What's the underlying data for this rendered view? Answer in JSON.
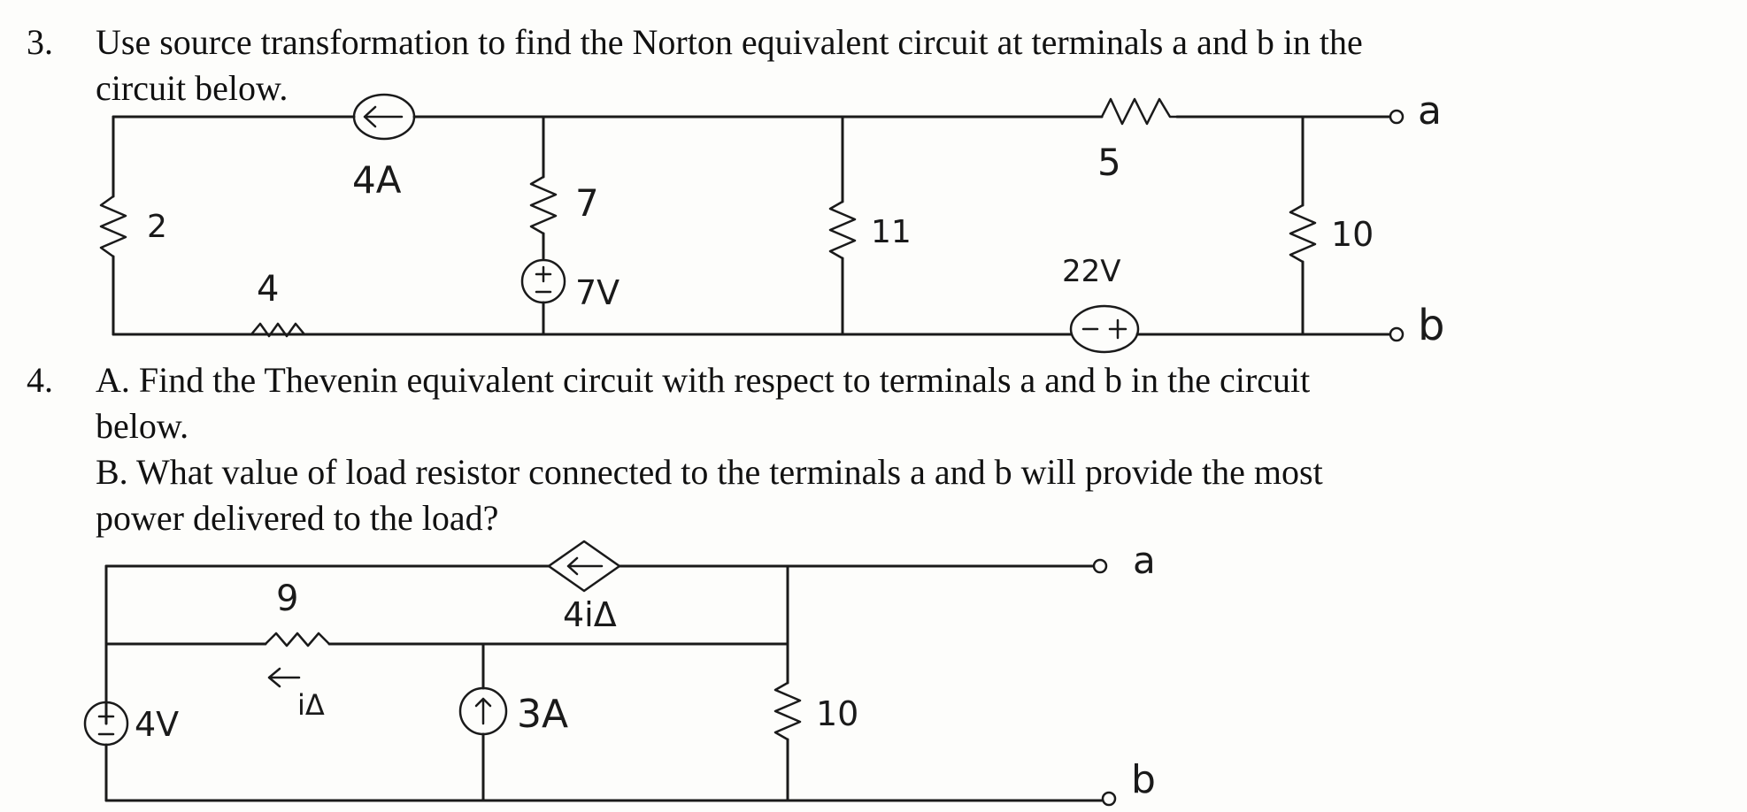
{
  "q3": {
    "number": "3.",
    "text_line1": "Use source transformation to find the Norton equivalent circuit at terminals a and b in the",
    "text_line2": "circuit below."
  },
  "circuit1": {
    "current_source": "4A",
    "r_left": "2",
    "r_bottom": "4",
    "r_series_top": "7",
    "v_source": "7V",
    "r_middle": "11",
    "r_top_right": "5",
    "v_source_bottom": "22V",
    "r_right": "10",
    "terminal_a": "a",
    "terminal_b": "b"
  },
  "q4": {
    "number": "4.",
    "partA_line1": "A. Find the Thevenin equivalent circuit with respect to terminals a and b in the circuit",
    "partA_line2": "below.",
    "partB_line1": "B. What value of load resistor connected to the terminals a and b will provide the most",
    "partB_line2": "power delivered to the load?"
  },
  "circuit2": {
    "dependent_source": "4iΔ",
    "r_top": "9",
    "current_label": "iΔ",
    "v_source": "4V",
    "current_source": "3A",
    "r_right": "10",
    "terminal_a": "a",
    "terminal_b": "b"
  }
}
